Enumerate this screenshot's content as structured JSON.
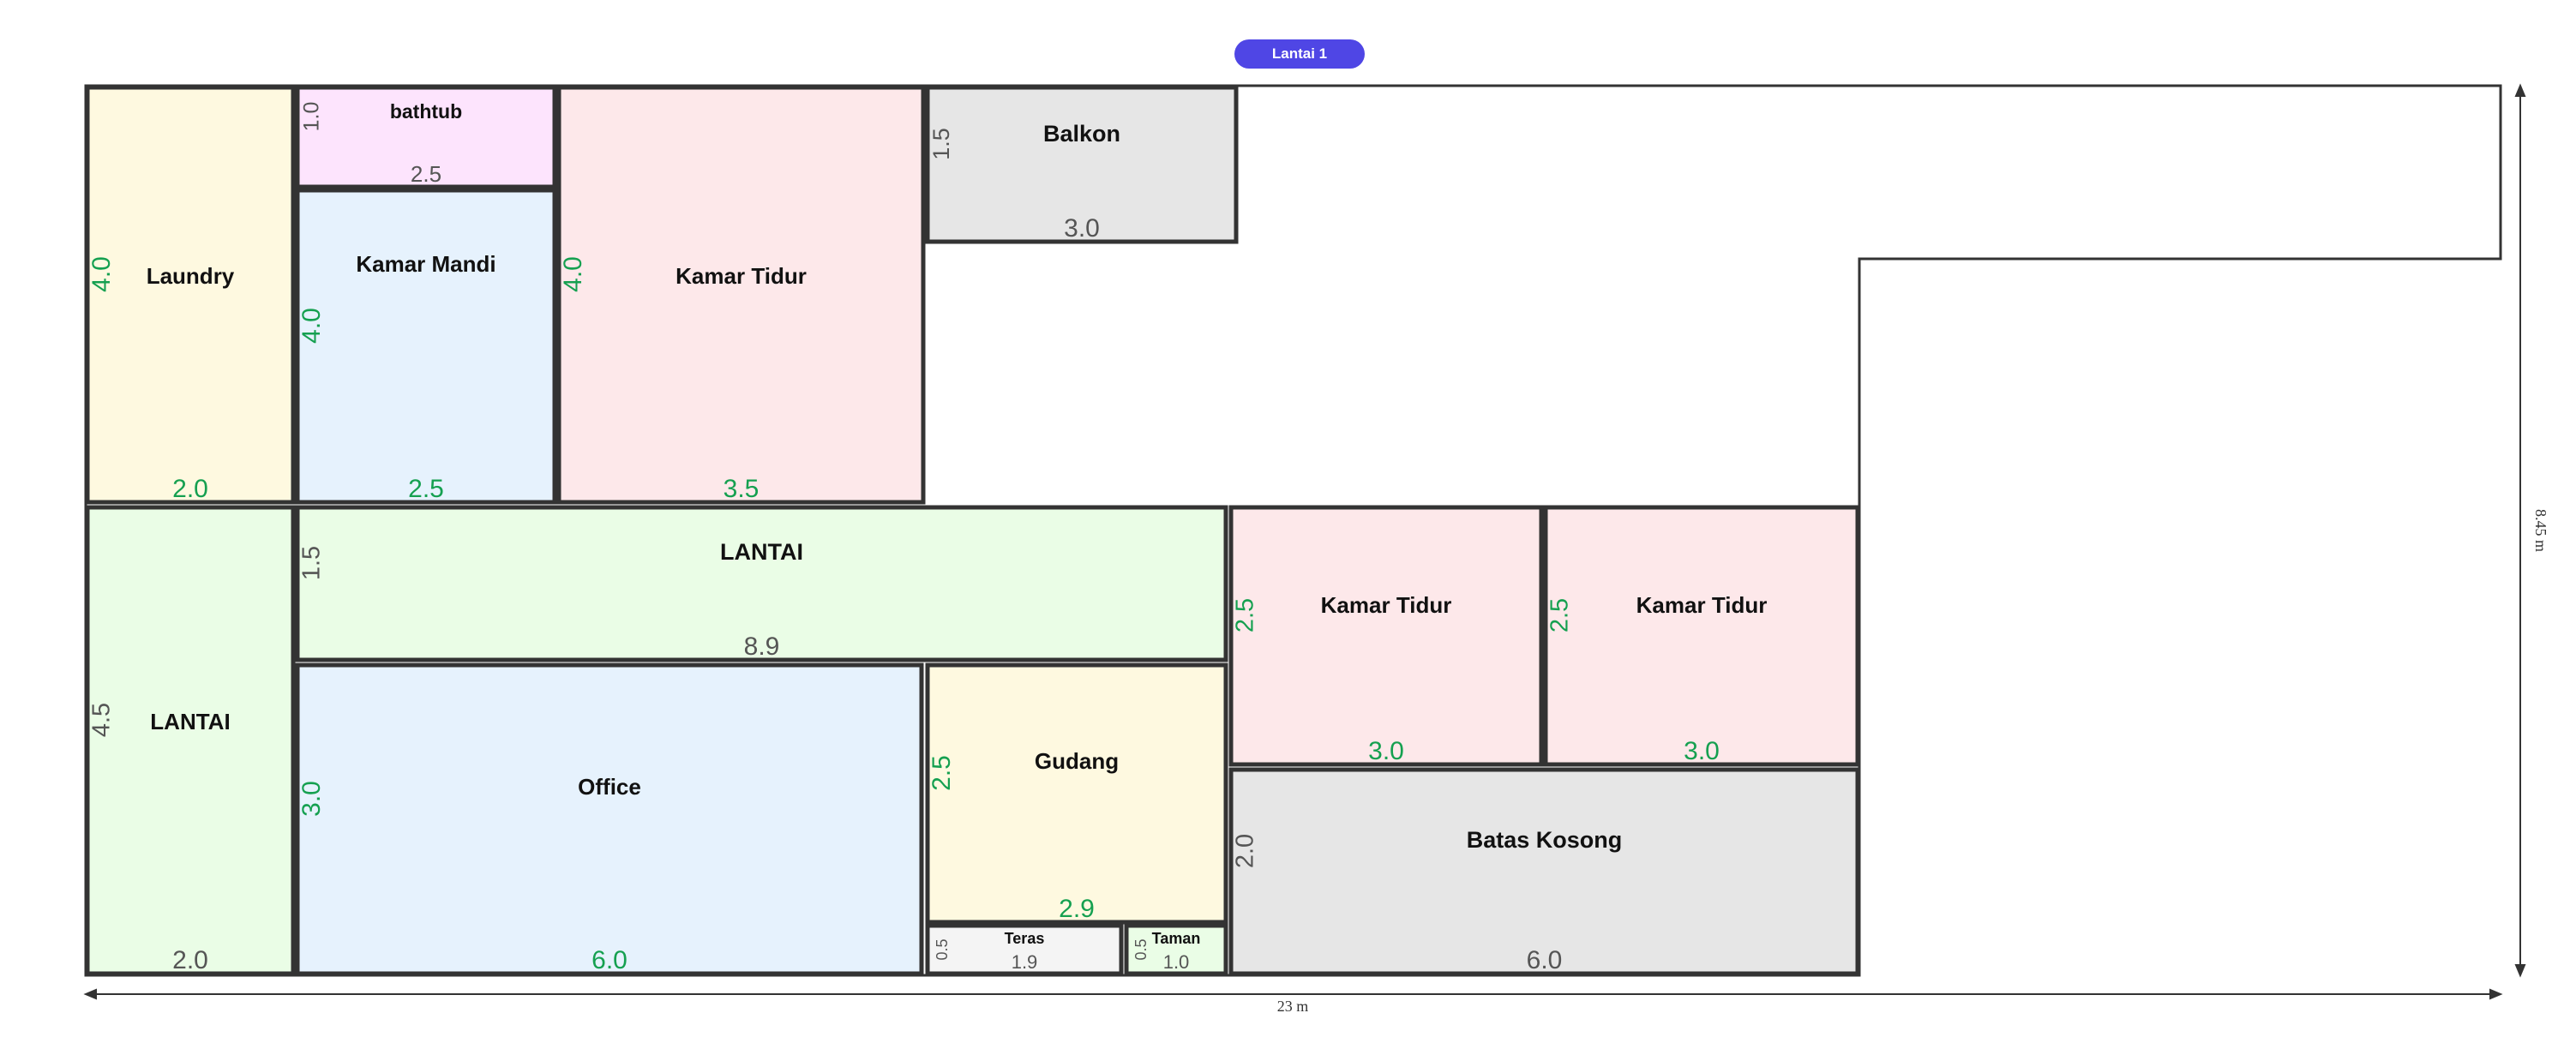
{
  "floor_badge": "Lantai 1",
  "dimensions": {
    "width_label": "23 m",
    "height_label": "8.45 m"
  },
  "colors": {
    "yellow": "#fef9e0",
    "pink": "#fde8ea",
    "magenta": "#fde4fd",
    "blue": "#e6f2fd",
    "green": "#eafde6",
    "gray": "#e6e6e6",
    "lightgray": "#f4f4f4",
    "wall": "#333333",
    "dim_green": "#15a050",
    "dim_gray": "#555555"
  },
  "rooms": [
    {
      "id": "laundry",
      "name": "Laundry",
      "w": "2.0",
      "h": "4.0",
      "fill": "yellow",
      "dim": "green"
    },
    {
      "id": "bathtub",
      "name": "bathtub",
      "w": "2.5",
      "h": "1.0",
      "fill": "magenta",
      "dim": "gray"
    },
    {
      "id": "kamar-mandi",
      "name": "Kamar Mandi",
      "w": "2.5",
      "h": "4.0",
      "fill": "blue",
      "dim": "green"
    },
    {
      "id": "kamar-tidur-1",
      "name": "Kamar Tidur",
      "w": "3.5",
      "h": "4.0",
      "fill": "pink",
      "dim": "green"
    },
    {
      "id": "balkon",
      "name": "Balkon",
      "w": "3.0",
      "h": "1.5",
      "fill": "gray",
      "dim": "gray"
    },
    {
      "id": "lantai-left",
      "name": "LANTAI",
      "w": "2.0",
      "h": "4.5",
      "fill": "green",
      "dim": "gray"
    },
    {
      "id": "lantai-center",
      "name": "LANTAI",
      "w": "8.9",
      "h": "1.5",
      "fill": "green",
      "dim": "gray"
    },
    {
      "id": "kamar-tidur-2",
      "name": "Kamar Tidur",
      "w": "3.0",
      "h": "2.5",
      "fill": "pink",
      "dim": "green"
    },
    {
      "id": "kamar-tidur-3",
      "name": "Kamar Tidur",
      "w": "3.0",
      "h": "2.5",
      "fill": "pink",
      "dim": "green"
    },
    {
      "id": "office",
      "name": "Office",
      "w": "6.0",
      "h": "3.0",
      "fill": "blue",
      "dim": "green"
    },
    {
      "id": "gudang",
      "name": "Gudang",
      "w": "2.9",
      "h": "2.5",
      "fill": "yellow",
      "dim": "green"
    },
    {
      "id": "batas-kosong",
      "name": "Batas Kosong",
      "w": "6.0",
      "h": "2.0",
      "fill": "gray",
      "dim": "gray"
    },
    {
      "id": "teras",
      "name": "Teras",
      "w": "1.9",
      "h": "0.5",
      "fill": "lightgray",
      "dim": "gray"
    },
    {
      "id": "taman",
      "name": "Taman",
      "w": "1.0",
      "h": "0.5",
      "fill": "green",
      "dim": "gray"
    }
  ]
}
